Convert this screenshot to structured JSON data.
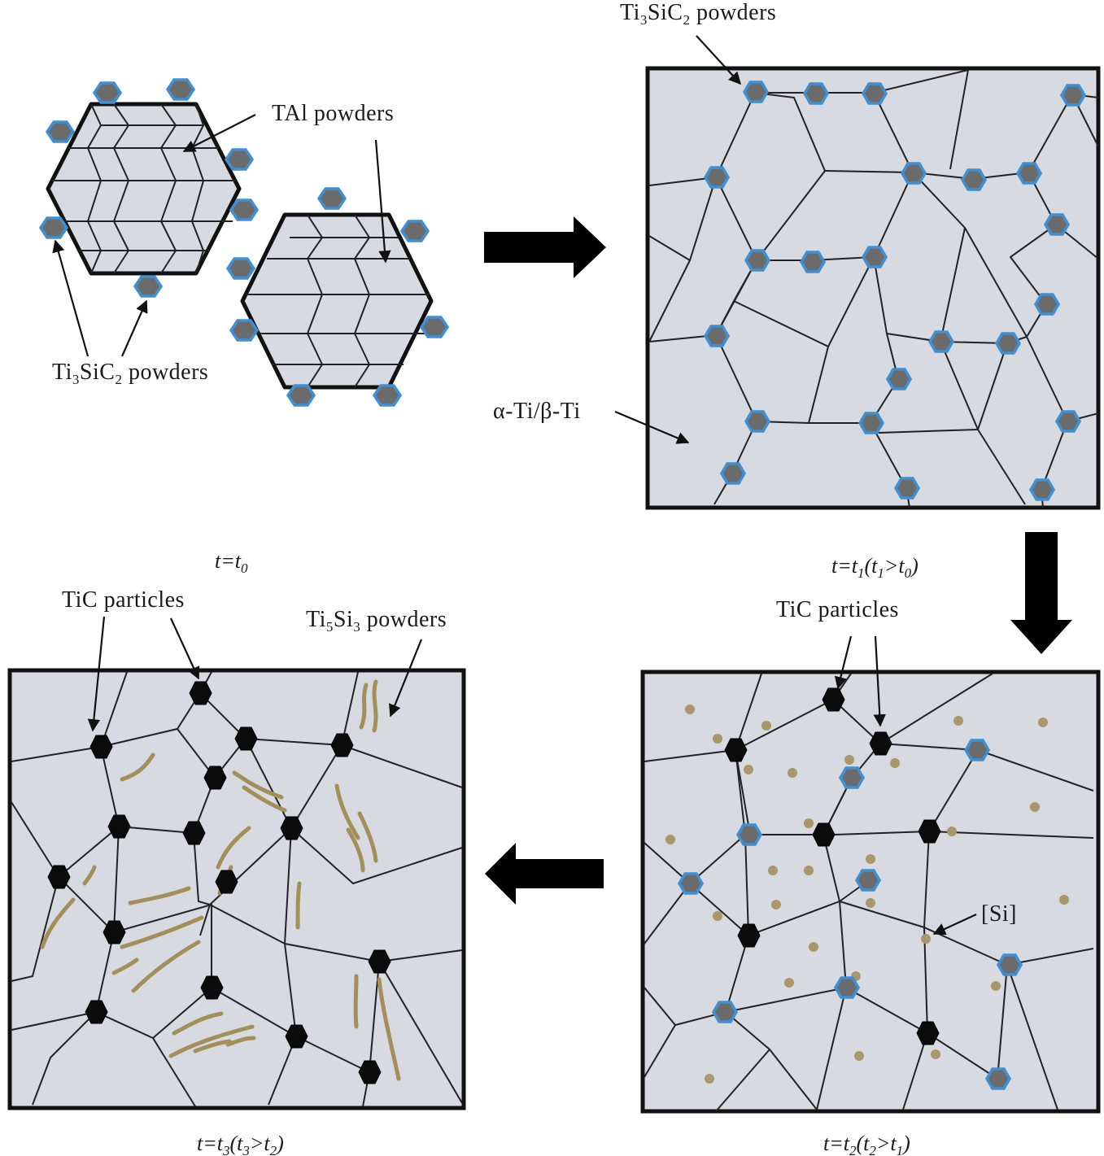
{
  "colors": {
    "grain_fill": "#d7dbe1",
    "ti3sic2_core": "#6b6b6b",
    "ti3sic2_rim": "#3f8fd2",
    "tic": "#0b0b0b",
    "si_dot": "#a9976a",
    "ti5si3_band": "#a38f5a"
  },
  "panel1": {
    "tai_label": "TAl powders",
    "ti3_label": {
      "main": "Ti",
      "s1": "3",
      "mid": "SiC",
      "s2": "2",
      "tail": " powders"
    },
    "time": {
      "t": "t=t",
      "s": "0"
    }
  },
  "panel2": {
    "ti3_label": {
      "main": "Ti",
      "s1": "3",
      "mid": "SiC",
      "s2": "2",
      "tail": " powders"
    },
    "matrix_label": "α-Ti/β-Ti",
    "time": {
      "a": "t=t",
      "s1": "1",
      "b": "(t",
      "s2": "1",
      "c": ">t",
      "s3": "0",
      "d": ")"
    }
  },
  "panel3": {
    "tic_label": "TiC particles",
    "si_label": "[Si]",
    "time": {
      "a": "t=t",
      "s1": "2",
      "b": "(t",
      "s2": "2",
      "c": ">t",
      "s3": "1",
      "d": ")"
    }
  },
  "panel4": {
    "tic_label": "TiC particles",
    "ti5_label": {
      "main": "Ti",
      "s1": "5",
      "mid": "Si",
      "s2": "3",
      "tail": " powders"
    },
    "time": {
      "a": "t=t",
      "s1": "3",
      "b": "(t",
      "s2": "3",
      "c": ">t",
      "s3": "2",
      "d": ")"
    }
  },
  "icons": [
    "right-arrow",
    "down-arrow",
    "left-arrow"
  ]
}
